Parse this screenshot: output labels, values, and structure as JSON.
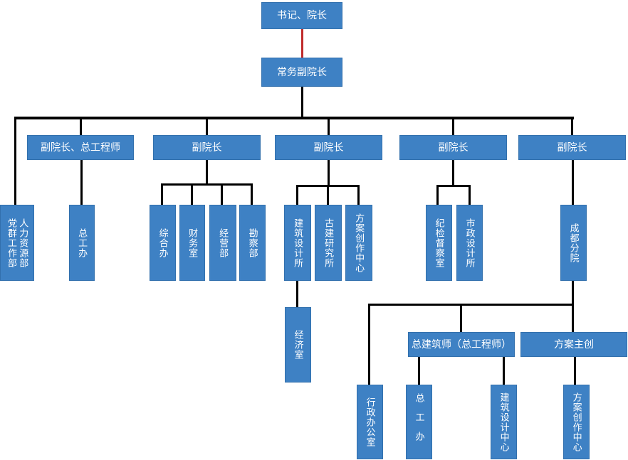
{
  "colors": {
    "box_fill": "#3E81C4",
    "box_border": "#3270AD",
    "box_text": "#FFFFFF",
    "connector": "#000000",
    "red_connector": "#C02B2B",
    "background": "#FFFFFF"
  },
  "nodes": {
    "secretary_dean": {
      "label": "书记、院长"
    },
    "executive_vice_dean": {
      "label": "常务副院长"
    },
    "vice_dean_chief_engineer": {
      "label": "副院长、总工程师"
    },
    "vice_dean_1": {
      "label": "副院长"
    },
    "vice_dean_2": {
      "label": "副院长"
    },
    "vice_dean_3": {
      "label": "副院长"
    },
    "vice_dean_4": {
      "label": "副院长"
    },
    "party_mass_dept": {
      "label": "党群工作部"
    },
    "hr_dept": {
      "label": "人力资源部"
    },
    "chief_engineer_office": {
      "label": "总工办"
    },
    "general_affairs_office": {
      "label": "综合办"
    },
    "finance_office": {
      "label": "财务室"
    },
    "business_dept": {
      "label": "经营部"
    },
    "survey_dept": {
      "label": "勘察部"
    },
    "architectural_design_institute": {
      "label": "建筑设计所"
    },
    "ancient_architecture_research_institute": {
      "label": "古建研究所"
    },
    "scheme_creation_center_1": {
      "label": "方案创作中心"
    },
    "economy_office": {
      "label": "经济室"
    },
    "discipline_inspection_office": {
      "label": "纪检督察室"
    },
    "municipal_design_institute": {
      "label": "市政设计所"
    },
    "chengdu_branch": {
      "label": "成都分院"
    },
    "chief_architect": {
      "label": "总建筑师（总工程师）"
    },
    "scheme_lead": {
      "label": "方案主创"
    },
    "admin_office": {
      "label": "行政办公室"
    },
    "chief_engineer_office_2": {
      "label": "总工办"
    },
    "architectural_design_center": {
      "label": "建筑设计中心"
    },
    "scheme_creation_center_2": {
      "label": "方案创作中心"
    }
  },
  "structure": {
    "red_edge": [
      "secretary_dean",
      "executive_vice_dean"
    ],
    "edges": [
      [
        "secretary_dean",
        "executive_vice_dean"
      ],
      [
        "executive_vice_dean",
        "party_mass_dept"
      ],
      [
        "executive_vice_dean",
        "hr_dept"
      ],
      [
        "executive_vice_dean",
        "vice_dean_chief_engineer"
      ],
      [
        "executive_vice_dean",
        "vice_dean_1"
      ],
      [
        "executive_vice_dean",
        "vice_dean_2"
      ],
      [
        "executive_vice_dean",
        "vice_dean_3"
      ],
      [
        "executive_vice_dean",
        "vice_dean_4"
      ],
      [
        "vice_dean_chief_engineer",
        "chief_engineer_office"
      ],
      [
        "vice_dean_1",
        "general_affairs_office"
      ],
      [
        "vice_dean_1",
        "finance_office"
      ],
      [
        "vice_dean_1",
        "business_dept"
      ],
      [
        "vice_dean_1",
        "survey_dept"
      ],
      [
        "vice_dean_2",
        "architectural_design_institute"
      ],
      [
        "vice_dean_2",
        "ancient_architecture_research_institute"
      ],
      [
        "vice_dean_2",
        "scheme_creation_center_1"
      ],
      [
        "architectural_design_institute",
        "economy_office"
      ],
      [
        "vice_dean_3",
        "discipline_inspection_office"
      ],
      [
        "vice_dean_3",
        "municipal_design_institute"
      ],
      [
        "vice_dean_4",
        "chengdu_branch"
      ],
      [
        "chengdu_branch",
        "admin_office"
      ],
      [
        "chengdu_branch",
        "chief_architect"
      ],
      [
        "chengdu_branch",
        "scheme_lead"
      ],
      [
        "chief_architect",
        "chief_engineer_office_2"
      ],
      [
        "chief_architect",
        "architectural_design_center"
      ],
      [
        "scheme_lead",
        "scheme_creation_center_2"
      ]
    ]
  }
}
